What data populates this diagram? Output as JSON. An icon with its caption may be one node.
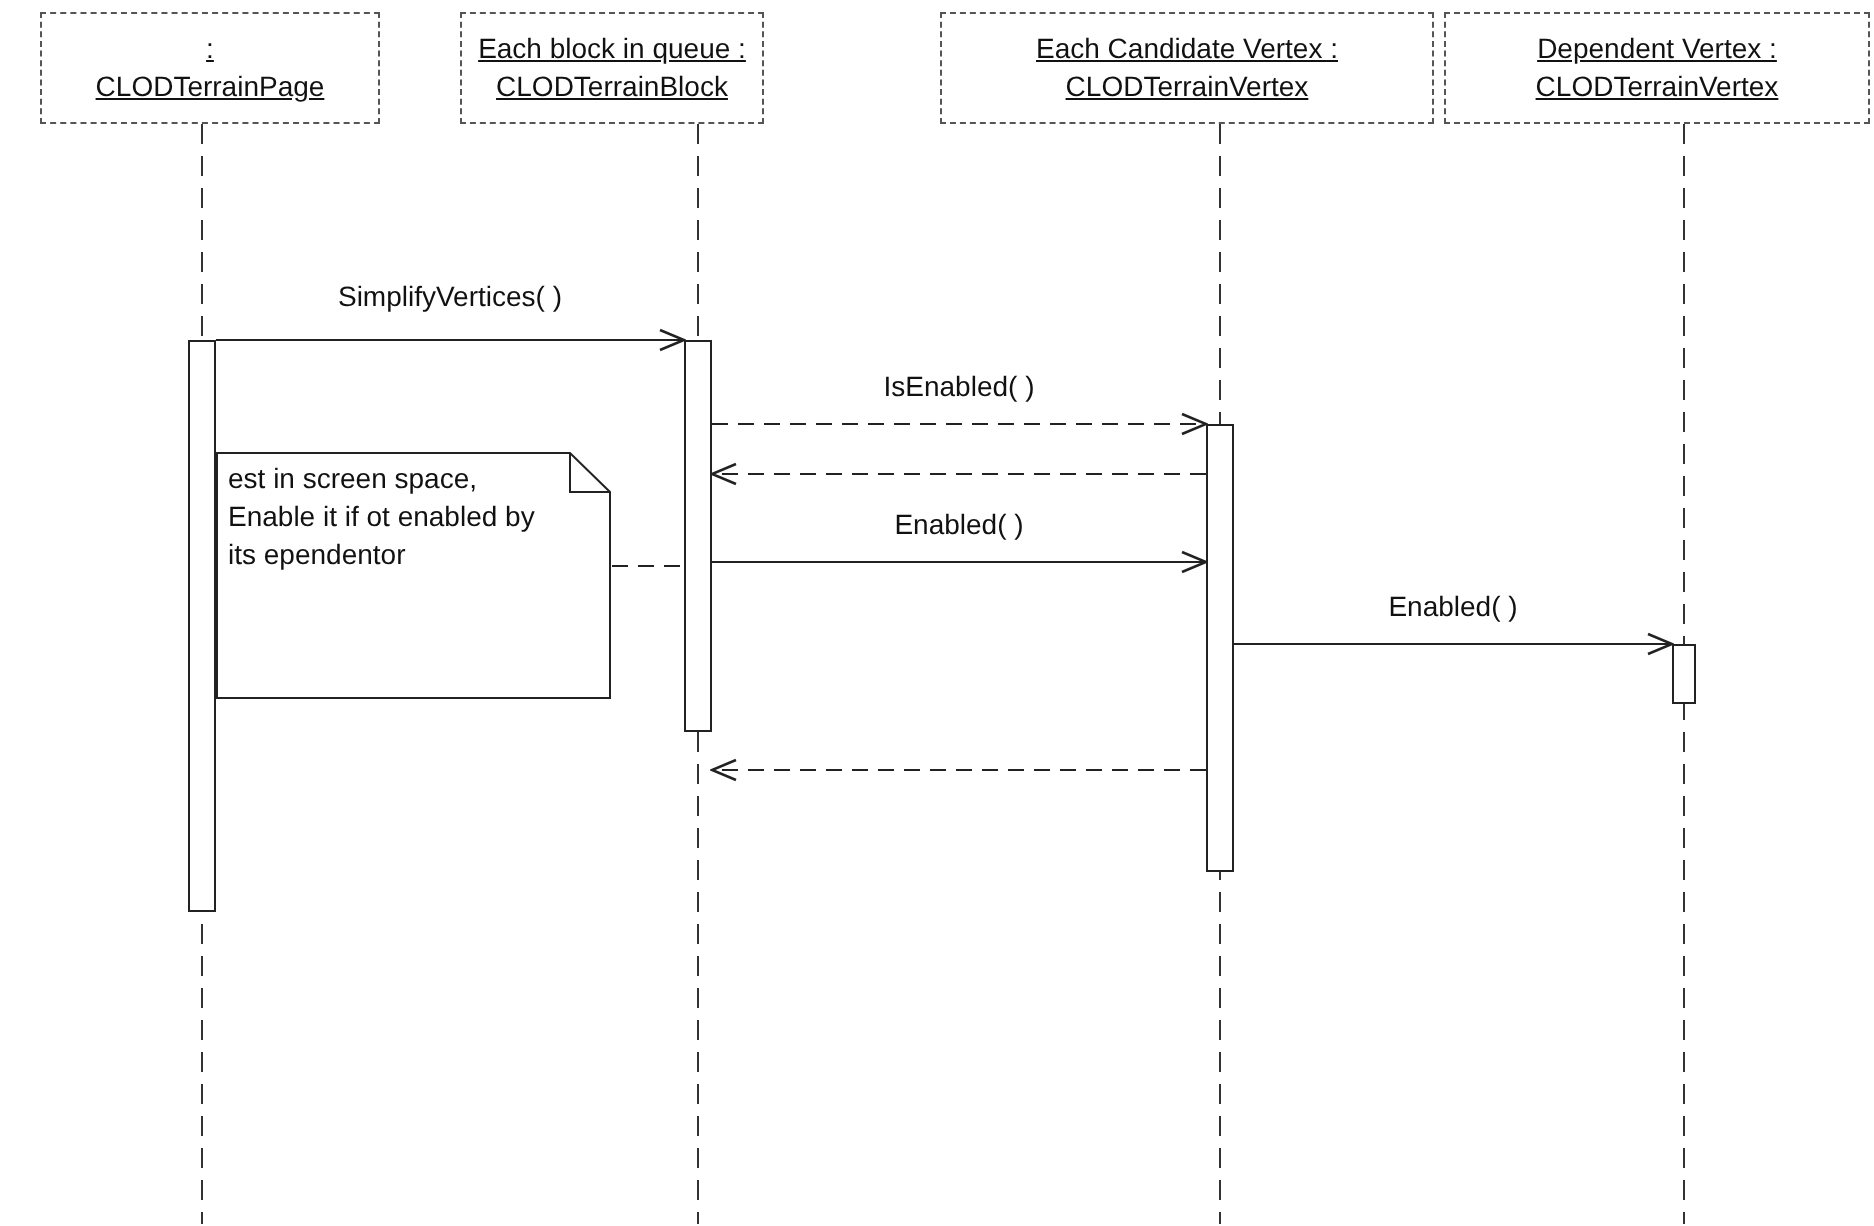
{
  "diagram": {
    "nodes": [
      {
        "text": [
          ":",
          "CLODTerrainPage"
        ]
      },
      {
        "text": [
          "Each block in queue :",
          "CLODTerrainBlock"
        ]
      },
      {
        "text": [
          "Each Candidate Vertex :",
          "CLODTerrainVertex"
        ]
      },
      {
        "text": [
          "Dependent Vertex :",
          "CLODTerrainVertex"
        ]
      },
      {
        "text": [],
        "shape": "bar"
      },
      {
        "text": [],
        "shape": "bar"
      },
      {
        "text": [],
        "shape": "bar"
      },
      {
        "text": [],
        "shape": "bar"
      },
      {
        "text": [
          "est in screen space, Enable it if ot enabled by its ependentor"
        ]
      }
    ],
    "edges": [
      {
        "from": 4,
        "to": 5,
        "arrow": "to",
        "label": "SimplifyVertices( )"
      },
      {
        "from": 5,
        "to": 6,
        "arrow": "to",
        "label": "IsEnabled( )",
        "style": "dashed"
      },
      {
        "from": 6,
        "to": 5,
        "arrow": "to",
        "style": "dashed"
      },
      {
        "from": 5,
        "to": 6,
        "arrow": "to",
        "label": "Enabled( )"
      },
      {
        "from": 6,
        "to": 7,
        "arrow": "to",
        "label": "Enabled( )"
      },
      {
        "from": 6,
        "to": 5,
        "arrow": "to",
        "style": "dashed"
      },
      {
        "from": 8,
        "to": 5,
        "arrow": "none",
        "style": "dashed"
      }
    ]
  }
}
